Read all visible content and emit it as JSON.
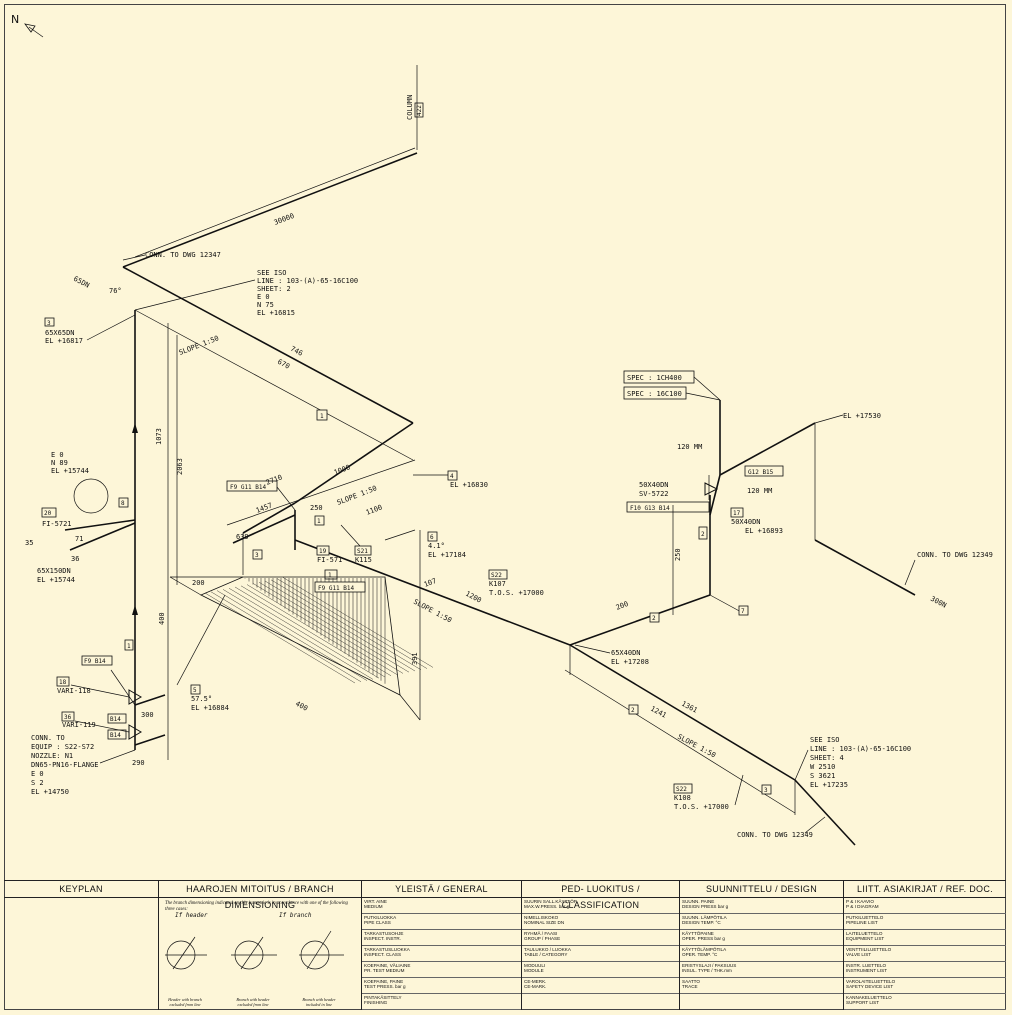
{
  "north": "N",
  "labels": {
    "column": "COLUMN",
    "column_tag": "422",
    "dim_30000": "30000",
    "conn_12347": "CONN. TO DWG 12347",
    "dim_65dn": "65DN",
    "ang_76": "76°",
    "see_iso_1": [
      "SEE ISO",
      "LINE : 103-(A)-65-16C100",
      "SHEET: 2",
      "E 0",
      "N 75",
      "EL +16815"
    ],
    "tag_3": "3",
    "red_3": [
      "65X65DN",
      "EL +16817"
    ],
    "slope_top": "SLOPE 1:50",
    "dim_746": "746",
    "dim_670": "670",
    "dim_1073": "1073",
    "dim_2063": "2063",
    "pt_1": "1",
    "node_ed": [
      "E 0",
      "N 89",
      "EL +15744"
    ],
    "tag_20": "20",
    "fi_5721": "FI-5721",
    "tag_8": "8",
    "dim_35": "35",
    "dim_71": "71",
    "dim_36": "36",
    "red_65x150": [
      "65X150DN",
      "EL +15744"
    ],
    "tag_4": "4",
    "el_16830": "EL +16830",
    "f9g11b14_a": "F9 G11 B14",
    "dim_2710": "2710",
    "dim_1000": "1000",
    "dim_1457": "1457",
    "dim_250": "250",
    "slope_mid": "SLOPE 1:50",
    "dim_1100": "1100",
    "dim_639": "639",
    "tag_19": "19",
    "fi_571": "FI-571",
    "tag_s21": "S21",
    "k115": "K115",
    "tag_6": "6",
    "ang_4": "4.1°",
    "el_17184": "EL +17184",
    "f9g11b14_b": "F9 G11 B14",
    "dim_200_a": "200",
    "dim_107": "107",
    "dim_1200": "1200",
    "tag_s22": "S22",
    "k107": "K107",
    "tos_17000_a": "T.O.S. +17000",
    "slope_low": "SLOPE 1:50",
    "dim_400": "400",
    "dim_400b": "400",
    "dim_391": "391",
    "tag_5": "5",
    "ang_57": "57.5°",
    "el_16884": "EL +16884",
    "f9b14": "F9 B14",
    "tag_18": "18",
    "vari_118": "VARI-118",
    "tag_36": "36",
    "vari_119": "VARI-119",
    "b14_a": "B14",
    "b14_b": "B14",
    "dim_300": "300",
    "dim_290": "290",
    "conn_equip": [
      "CONN. TO",
      "EQUIP : S22-S72",
      "NOZZLE: N1",
      "DN65-PN16-FLANGE",
      "E 0",
      "S 2",
      "EL +14750"
    ],
    "spec_1": "SPEC : 1CH400",
    "spec_2": "SPEC : 16C100",
    "el_17530": "EL +17530",
    "dim_120mm_a": "120 MM",
    "dim_120mm_b": "120 MM",
    "g12b15": "G12 B15",
    "red_50x40": [
      "50X40DN",
      "SV-5722"
    ],
    "f10g13b14": "F10 G13 B14",
    "tag_17": "17",
    "red_50x40_b": "50X40DN",
    "el_16893": "EL +16893",
    "dim_200_b": "200",
    "dim_250_b": "250",
    "tag_7": "7",
    "conn_12349_a": "CONN. TO DWG 12349",
    "dim_300dn": "300N",
    "red_65x40": [
      "65X40DN",
      "EL +17208"
    ],
    "dim_1241": "1241",
    "dim_1361": "1361",
    "slope_right": "SLOPE 1:50",
    "see_iso_2": [
      "SEE ISO",
      "LINE : 103-(A)-65-16C100",
      "SHEET: 4",
      "W 2510",
      "S 3621",
      "EL +17235"
    ],
    "tag_s22b": "S22",
    "k108": "K108",
    "tos_17000_b": "T.O.S. +17000",
    "conn_12349_b": "CONN. TO DWG 12349",
    "pt_2": "2",
    "pt_3": "3"
  },
  "title_block": {
    "keyplan": "KEYPLAN",
    "branch": {
      "header": "HAAROJEN MITOITUS / BRANCH DIMENSIONING",
      "note": "The branch dimensioning indicated on this isometric is in accordance with one of the following three cases:",
      "case1": "If header",
      "case2": "If branch",
      "cap1": "Header with branch excluded from line",
      "cap2": "Branch with header excluded from line",
      "cap3": "Branch with header included in line"
    },
    "general": {
      "header": "YLEISTÄ / GENERAL",
      "rows": [
        [
          "VIRT. AINE",
          "MEDIUM"
        ],
        [
          "PUTKILUOKKA",
          "PIPE CLASS"
        ],
        [
          "TARKASTUSOHJE",
          "INSPECT. INSTR."
        ],
        [
          "TARKASTUSLUOKKA",
          "INSPECT. CLASS"
        ],
        [
          "KOEPAINE, VÄLIAINE",
          "PR. TEST MEDIUM"
        ],
        [
          "KOEPAINE, PAINE",
          "TEST PRESS. bar g"
        ],
        [
          "PINTAKÄSITTELY",
          "FINISHING"
        ]
      ]
    },
    "ped": {
      "header": "PED- LUOKITUS / CLASSIFICATION",
      "rows": [
        [
          "SUURIN SALL.KÄYTTÖP.",
          "MAX.W.PRESS. bar g"
        ],
        [
          "NIMELLISKOKO",
          "NOMINAL SIZE DN"
        ],
        [
          "RYHMÄ / FAASI",
          "GROUP / PHASE"
        ],
        [
          "TAULUKKO / LUOKKA",
          "TABLE / CATEGORY"
        ],
        [
          "MODUULI",
          "MODULE"
        ],
        [
          "CE-MERK.",
          "CE-MARK."
        ]
      ]
    },
    "design": {
      "header": "SUUNNITTELU / DESIGN",
      "rows": [
        [
          "SUUNN. PAINE",
          "DESIGN PRESS bar g"
        ],
        [
          "SUUNN. LÄMPÖTILA",
          "DESIGN TEMP. °C"
        ],
        [
          "KÄYTTÖPAINE",
          "OPER. PRESS bar g"
        ],
        [
          "KÄYTTÖLÄMPÖTILA",
          "OPER. TEMP. °C"
        ],
        [
          "ERISTYSLAJI / PAKSUUS",
          "INSUL. TYPE / THK.mm"
        ],
        [
          "SAATTO",
          "TRACE"
        ]
      ]
    },
    "ref": {
      "header": "LIITT. ASIAKIRJAT / REF. DOC.",
      "rows": [
        [
          "P & I KAAVIO",
          "P & I DIAGRAM"
        ],
        [
          "PUTKILUETTELO",
          "PIPELINE LIST"
        ],
        [
          "LAITELUETTELO",
          "EQUIPMENT LIST"
        ],
        [
          "VENTTIILILUETTELO",
          "VALVE LIST"
        ],
        [
          "INSTR. LUETTELO",
          "INSTRUMENT LIST"
        ],
        [
          "VAROLAITELUETTELO",
          "SAFETY DEVICE LIST"
        ],
        [
          "KANNAKELUETTELO",
          "SUPPORT LIST"
        ]
      ]
    }
  }
}
